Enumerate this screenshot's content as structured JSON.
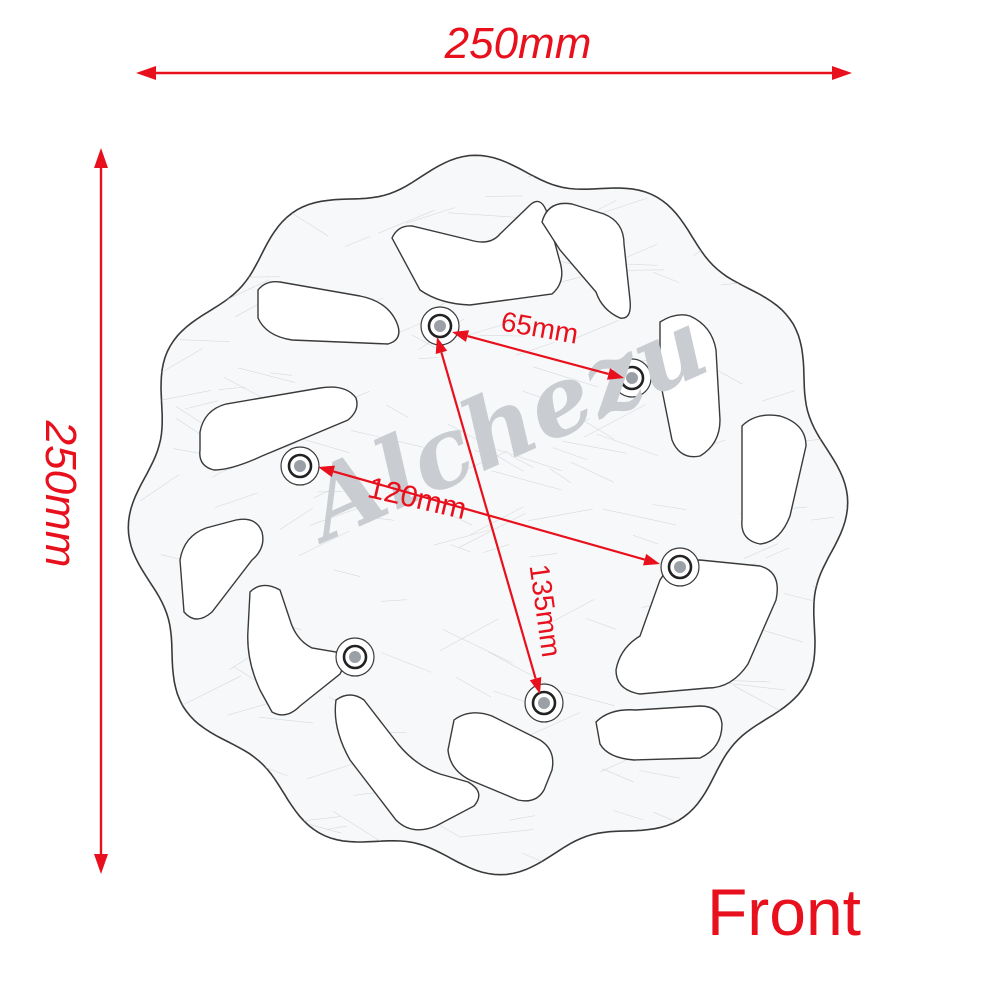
{
  "dimensions": {
    "width_label": "250mm",
    "height_label": "250mm"
  },
  "hole_spacing": {
    "a_label": "65mm",
    "b_label": "120mm",
    "c_label": "135mm"
  },
  "position_label": "Front",
  "watermark": "Alchezu",
  "colors": {
    "accent": "#e8101c",
    "disc_fill": "#f7f8f9",
    "disc_outline": "#3a3a3a",
    "scratch": "#c8cdd3",
    "watermark": "#c9ccd1"
  },
  "icons": {
    "arrow": "double-headed-arrow-icon",
    "disc": "brake-disc-icon",
    "bolt_hole": "bolt-hole-icon"
  }
}
